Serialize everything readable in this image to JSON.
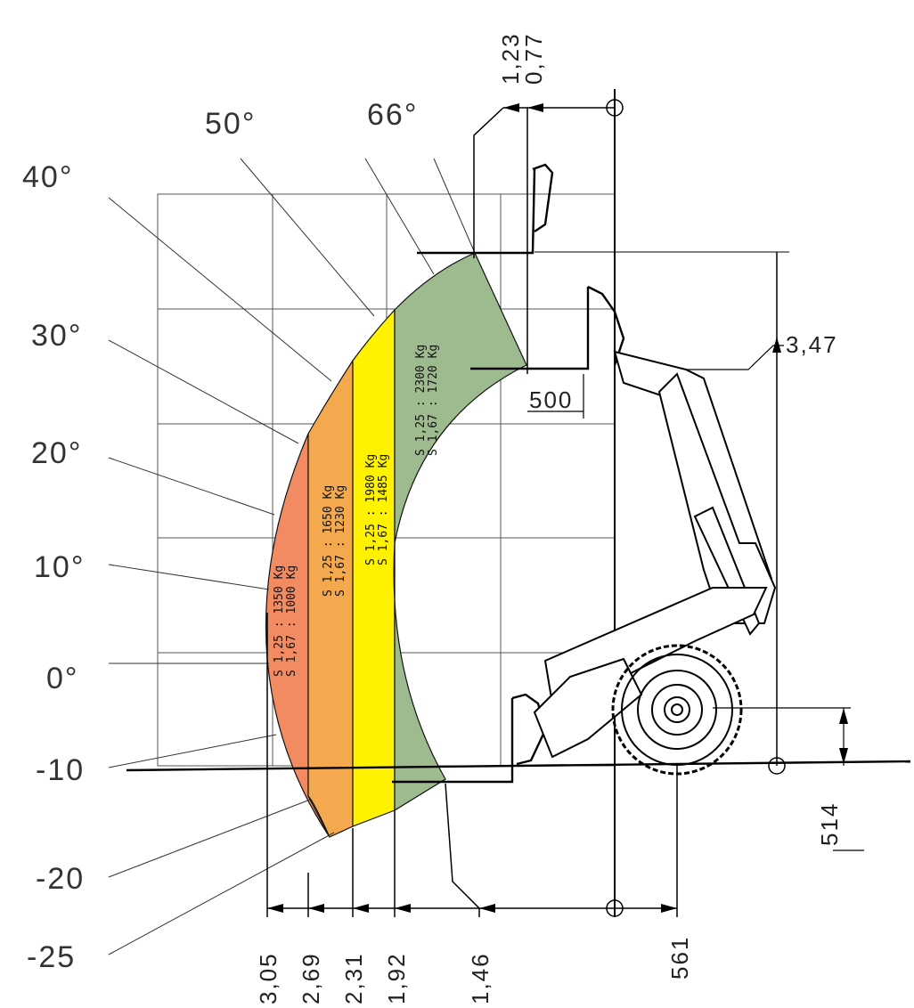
{
  "angles": {
    "a66": "66°",
    "a50": "50°",
    "a40": "40°",
    "a30": "30°",
    "a20": "20°",
    "a10": "10°",
    "a0": "0°",
    "am10": "-10",
    "am20": "-20",
    "am25": "-25"
  },
  "zones": {
    "z1": {
      "line1": "S 1,25 : 1350 Kg",
      "line2": "S 1,67 : 1000 Kg",
      "color": "#f28b62"
    },
    "z2": {
      "line1": "S 1,25 : 1650 Kg",
      "line2": "S 1,67 : 1230 Kg",
      "color": "#f5a94e"
    },
    "z3": {
      "line1": "S 1,25 : 1980 Kg",
      "line2": "S 1,67 : 1485 Kg",
      "color": "#fff200"
    },
    "z4": {
      "line1": "S 1,25 : 2300 Kg",
      "line2": "S 1,67 : 1720 Kg",
      "color": "#9dbb8e"
    }
  },
  "dimensions": {
    "d305": "3,05",
    "d269": "2,69",
    "d231": "2,31",
    "d192": "1,92",
    "d146": "1,46",
    "d561": "561",
    "d514": "514",
    "d500": "500",
    "d347": "3,47",
    "d123": "1,23",
    "d077": "0,77"
  }
}
